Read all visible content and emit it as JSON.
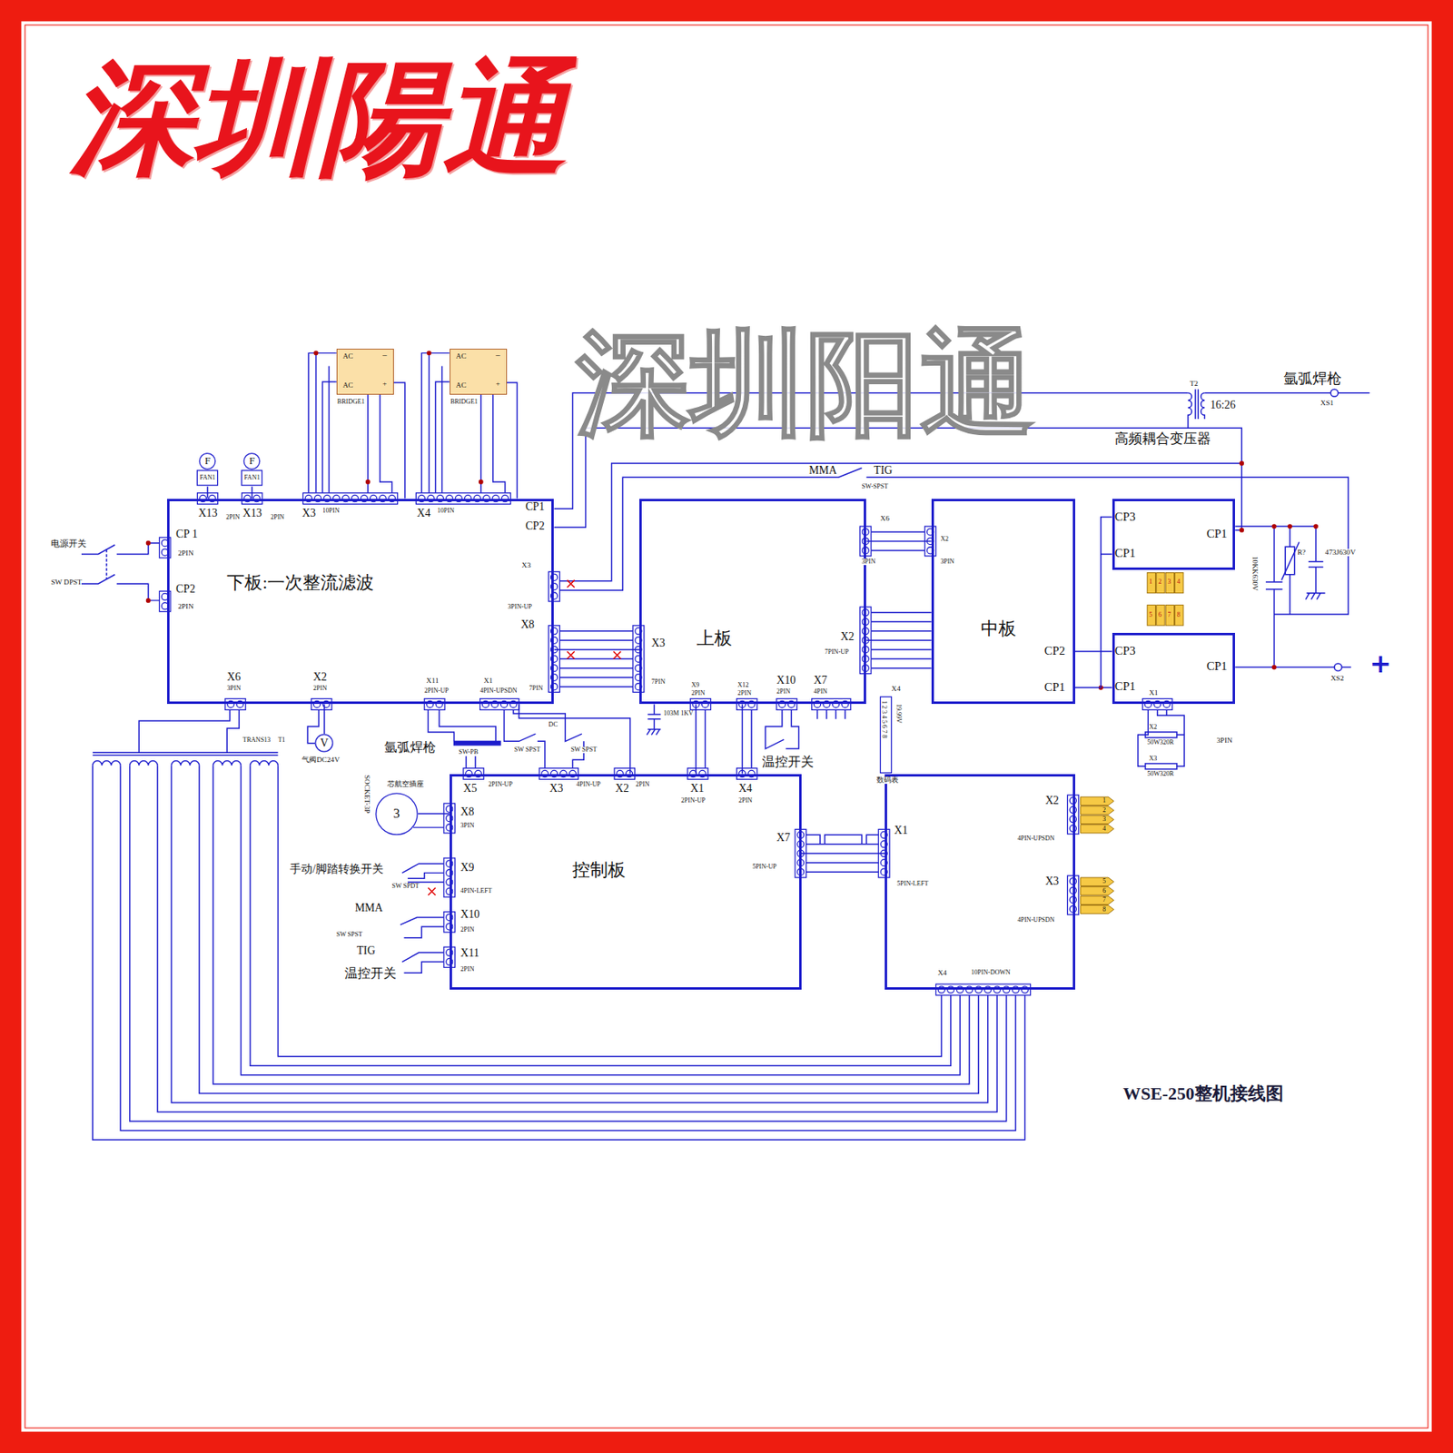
{
  "diagram": {
    "title": "WSE-250整机接线图",
    "nodes": [
      {
        "text": [
          "下板:一次整流滤波"
        ]
      },
      {
        "text": [
          "上板"
        ]
      },
      {
        "text": [
          "中板"
        ]
      },
      {
        "text": [
          "CP3",
          "CP1",
          "CP1"
        ]
      },
      {
        "text": [
          "CP3",
          "CP1",
          "CP1"
        ]
      },
      {
        "text": [
          "控制板"
        ]
      },
      {
        "text": [
          "X1",
          "5PIN-LEFT",
          "X2",
          "4PIN-UPSDN",
          "X3",
          "4PIN-UPSDN",
          "X4",
          "10PIN-DOWN"
        ]
      },
      {
        "text": [
          "AC",
          "–",
          "AC",
          "+",
          "BRIDGE1"
        ]
      },
      {
        "text": [
          "AC",
          "–",
          "AC",
          "+",
          "BRIDGE1"
        ]
      },
      {
        "text": [
          "F",
          "FAN1"
        ]
      },
      {
        "text": [
          "F",
          "FAN1"
        ]
      },
      {
        "text": [
          "V"
        ]
      },
      {
        "text": [
          "3"
        ]
      }
    ],
    "edges": [
      {
        "from": 0,
        "to": 1,
        "arrow": "none"
      },
      {
        "from": 1,
        "to": 2,
        "arrow": "none"
      },
      {
        "from": 1,
        "to": 2,
        "arrow": "none"
      },
      {
        "from": 2,
        "to": 4,
        "arrow": "none"
      },
      {
        "from": 2,
        "to": 3,
        "arrow": "none"
      },
      {
        "from": 0,
        "to": 5,
        "arrow": "none"
      },
      {
        "from": 1,
        "to": 5,
        "arrow": "none"
      },
      {
        "from": 1,
        "to": 5,
        "arrow": "none"
      },
      {
        "from": 5,
        "to": 6,
        "arrow": "none"
      },
      {
        "from": 9,
        "to": 0,
        "arrow": "none"
      },
      {
        "from": 10,
        "to": 0,
        "arrow": "none"
      },
      {
        "from": 7,
        "to": 0,
        "arrow": "none"
      },
      {
        "from": 8,
        "to": 0,
        "arrow": "none"
      },
      {
        "from": 0,
        "to": 11,
        "arrow": "none"
      },
      {
        "from": 5,
        "to": 12,
        "arrow": "none"
      }
    ],
    "labels": [
      "深圳陽通",
      "深圳阳通",
      "电源开关",
      "SW DPST",
      "CP 1",
      "2PIN",
      "CP2",
      "2PIN",
      "X13",
      "2PIN",
      "X13",
      "2PIN",
      "X3",
      "10PIN",
      "X4",
      "10PIN",
      "CP1",
      "CP2",
      "X3",
      "3PIN-UP",
      "X8",
      "7PIN",
      "X6",
      "3PIN",
      "X2",
      "2PIN",
      "X11",
      "2PIN-UP",
      "X1",
      "4PIN-UPSDN",
      "T2",
      "16:26",
      "高频耦合变压器",
      "氩弧焊枪",
      "XS1",
      "MMA",
      "TIG",
      "SW-SPST",
      "X6",
      "3PIN",
      "X2",
      "3PIN",
      "X3",
      "7PIN",
      "X2",
      "7PIN-UP",
      "X9",
      "2PIN",
      "X12",
      "2PIN",
      "X10",
      "2PIN",
      "X7",
      "4PIN",
      "103M 1KV",
      "X4",
      "1 2 3 4 5 6 7 8",
      "19.99V",
      "数码表",
      "R?",
      "473J630V",
      "10KK630V",
      "+",
      "XS2",
      "X1",
      "3PIN",
      "X2",
      "50W320R",
      "X3",
      "50W320R",
      "1",
      "2",
      "3",
      "4",
      "5",
      "6",
      "7",
      "8",
      "TRANS13",
      "T1",
      "气阀DC24V",
      "氩弧焊枪",
      "SW-PB",
      "DC",
      "SW SPST",
      "SW SPST",
      "X5",
      "2PIN-UP",
      "X3",
      "4PIN-UP",
      "X2",
      "2PIN",
      "X1",
      "2PIN-UP",
      "X4",
      "2PIN",
      "温控开关",
      "CP2",
      "CP1",
      "SOCKET-3P",
      "芯航空插座",
      "X8",
      "3PIN",
      "手动/脚踏转换开关",
      "SW SPDT",
      "X9",
      "4PIN-LEFT",
      "MMA",
      "SW SPST",
      "X10",
      "2PIN",
      "TIG",
      "X11",
      "2PIN",
      "温控开关",
      "X7",
      "5PIN-UP",
      "1",
      "2",
      "3",
      "4",
      "5",
      "6",
      "7",
      "8"
    ]
  }
}
